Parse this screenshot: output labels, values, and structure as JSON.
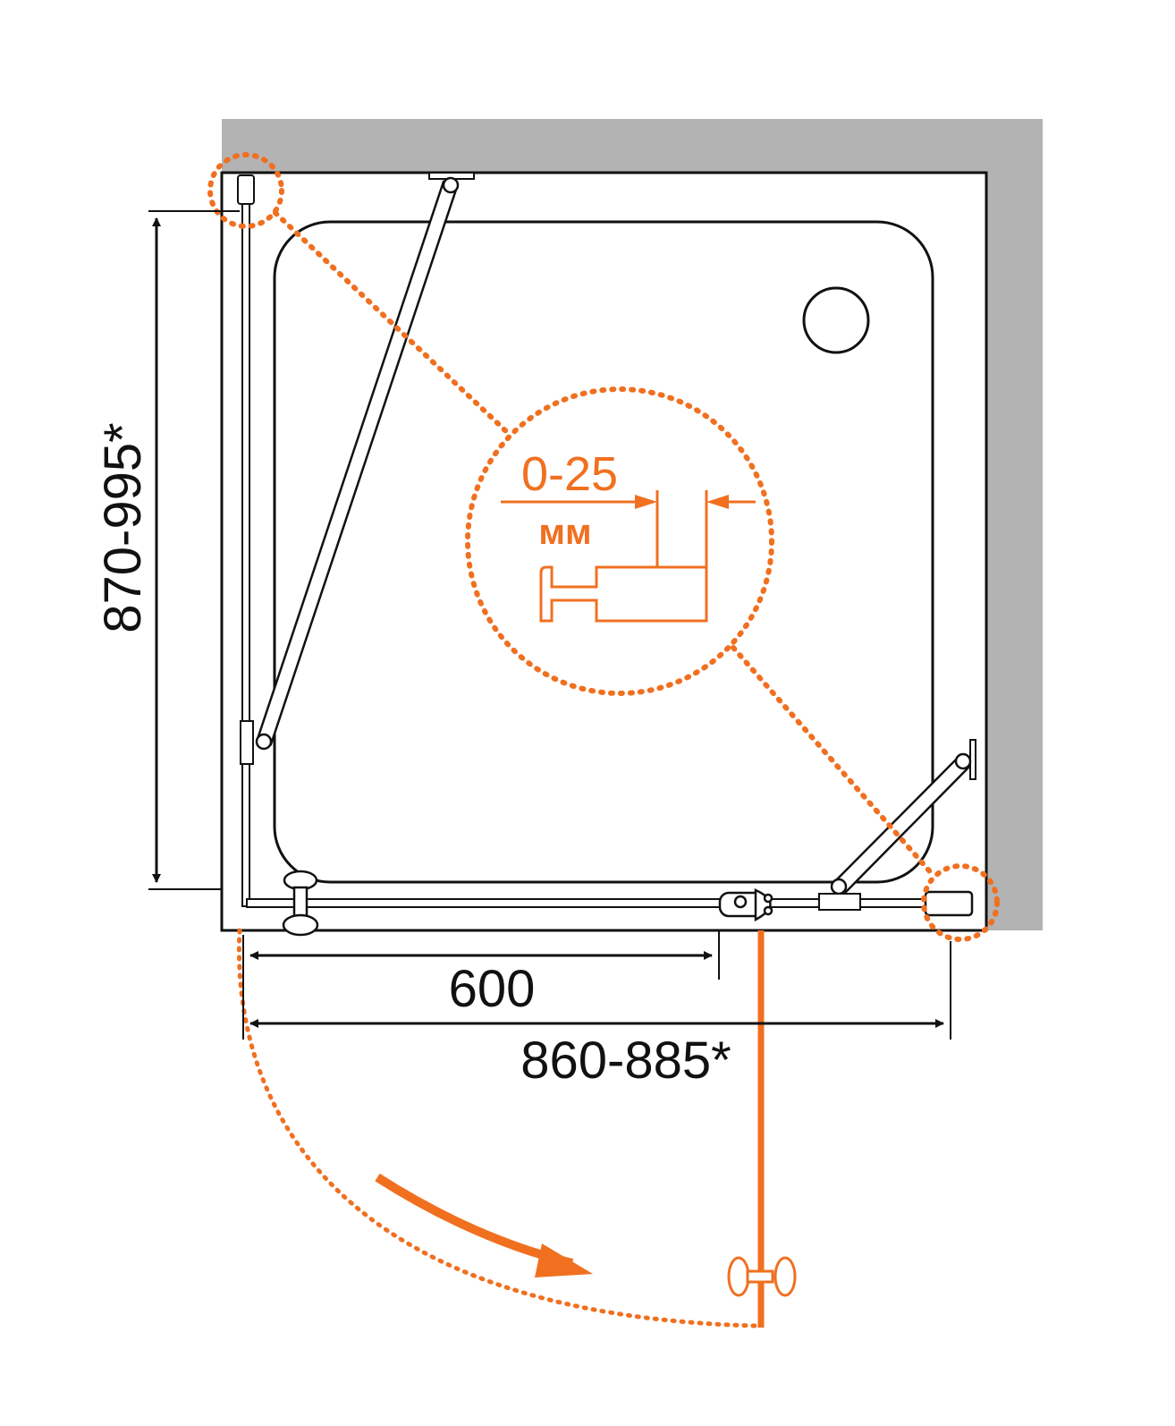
{
  "dimensions": {
    "door_width": "600",
    "total_width": "860-885*",
    "depth": "870-995*"
  },
  "adjustment": {
    "range": "0-25",
    "unit": "мм"
  },
  "colors": {
    "accent": "#f07020",
    "wall": "#b3b3b3",
    "line": "#111111"
  }
}
